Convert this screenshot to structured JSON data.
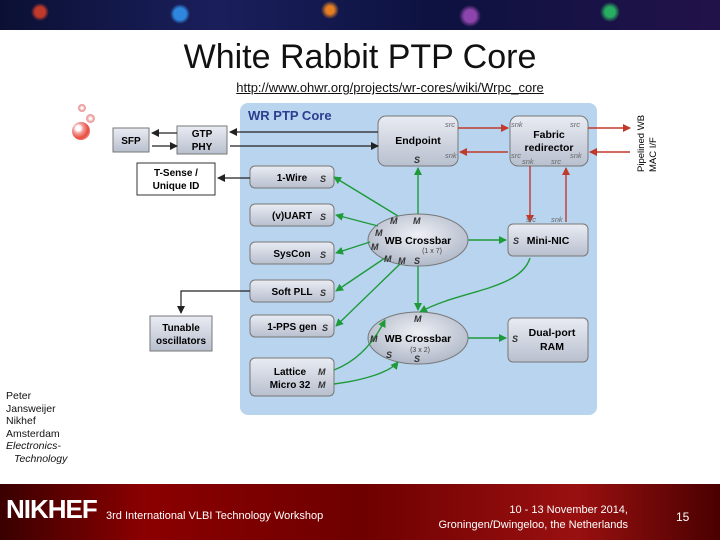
{
  "slide": {
    "title": "White Rabbit PTP Core",
    "url": "http://www.ohwr.org/projects/wr-cores/wiki/Wrpc_core",
    "author_lines": [
      "Peter",
      "Jansweijer",
      "Nikhef",
      "Amsterdam"
    ],
    "author_dept": [
      "Electronics-",
      "Technology"
    ],
    "logo_text": "NIKHEF",
    "footer_center": "3rd International VLBI Technology Workshop",
    "footer_date": "10 - 13 November 2014,",
    "footer_place": "Groningen/Dwingeloo, the Netherlands",
    "page_number": "15"
  },
  "diagram": {
    "container_title": "WR PTP Core",
    "external": {
      "sfp": "SFP",
      "tsense_1": "T-Sense /",
      "tsense_2": "Unique ID",
      "tunable_1": "Tunable",
      "tunable_2": "oscillators",
      "pipelined_1": "Pipelined WB",
      "pipelined_2": "MAC I/F"
    },
    "blocks": {
      "gtp_1": "GTP",
      "gtp_2": "PHY",
      "endpoint": "Endpoint",
      "fabric_1": "Fabric",
      "fabric_2": "redirector",
      "onewire": "1-Wire",
      "vuart": "(v)UART",
      "syscon": "SysCon",
      "softpll": "Soft PLL",
      "pps": "1-PPS gen",
      "lattice_1": "Lattice",
      "lattice_2": "Micro 32",
      "crossbar1": "WB Crossbar",
      "crossbar1_sub": "(1 x 7)",
      "crossbar2": "WB Crossbar",
      "crossbar2_sub": "(3 x 2)",
      "mininic": "Mini-NIC",
      "dpram_1": "Dual-port",
      "dpram_2": "RAM"
    },
    "ports": {
      "src": "src",
      "snk": "snk",
      "s": "S",
      "m": "M"
    }
  }
}
